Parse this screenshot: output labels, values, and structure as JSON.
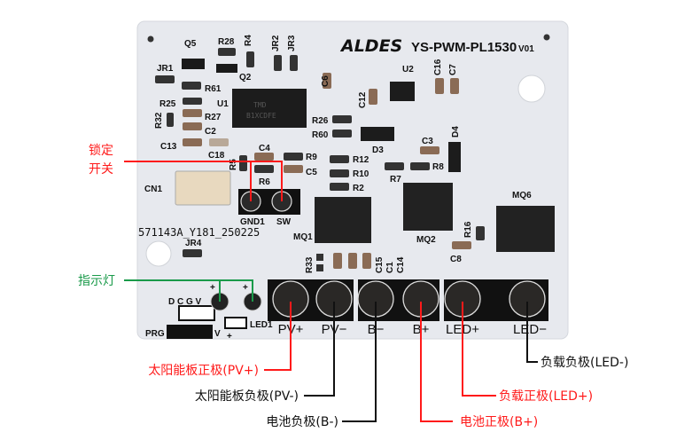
{
  "board": {
    "brand": "ALDES",
    "model": "YS-PWM-PL1530",
    "version": "V01",
    "serial": "571143A_Y181_250225",
    "silkscreen": {
      "q5": "Q5",
      "r28": "R28",
      "r4": "R4",
      "jr2": "JR2",
      "jr3": "JR3",
      "jr1": "JR1",
      "q2": "Q2",
      "r61": "R61",
      "r25": "R25",
      "u1": "U1",
      "r27": "R27",
      "r32": "R32",
      "c2": "C2",
      "c13": "C13",
      "c18": "C18",
      "c4": "C4",
      "r9": "R9",
      "r5": "R5",
      "c5": "C5",
      "r6": "R6",
      "cn1": "CN1",
      "c6": "C6",
      "r26": "R26",
      "r60": "R60",
      "c12": "C12",
      "u2": "U2",
      "c16": "C16",
      "c7": "C7",
      "d3": "D3",
      "d4": "D4",
      "c3": "C3",
      "r12": "R12",
      "r10": "R10",
      "r2": "R2",
      "r7": "R7",
      "r8": "R8",
      "mq1": "MQ1",
      "mq2": "MQ2",
      "mq6": "MQ6",
      "r16": "R16",
      "c8": "C8",
      "jr4": "JR4",
      "r33": "R33",
      "c15": "C15",
      "c1": "C1",
      "c14": "C14",
      "gnd1": "GND1",
      "sw": "SW",
      "dcgv": "D C G V",
      "prg": "PRG",
      "v": "V",
      "led1": "LED1",
      "plus": "+",
      "u1_mark1": "TMD",
      "u1_mark2": "B1XCDFE"
    },
    "terminals": [
      "PV+",
      "PV−",
      "B−",
      "B+",
      "LED+",
      "LED−"
    ]
  },
  "annotations": {
    "lock_switch_line1": "锁定",
    "lock_switch_line2": "开关",
    "indicator": "指示灯",
    "pv_plus": "太阳能板正极(PV+)",
    "pv_minus": "太阳能板负极(PV-)",
    "b_minus": "电池负极(B-)",
    "b_plus": "电池正极(B+)",
    "led_plus": "负载正极(LED+)",
    "led_minus": "负载负极(LED-)"
  },
  "colors": {
    "red": "#ff1a1a",
    "green": "#1a9a4a",
    "black": "#111111",
    "board": "#e7e9ee"
  }
}
